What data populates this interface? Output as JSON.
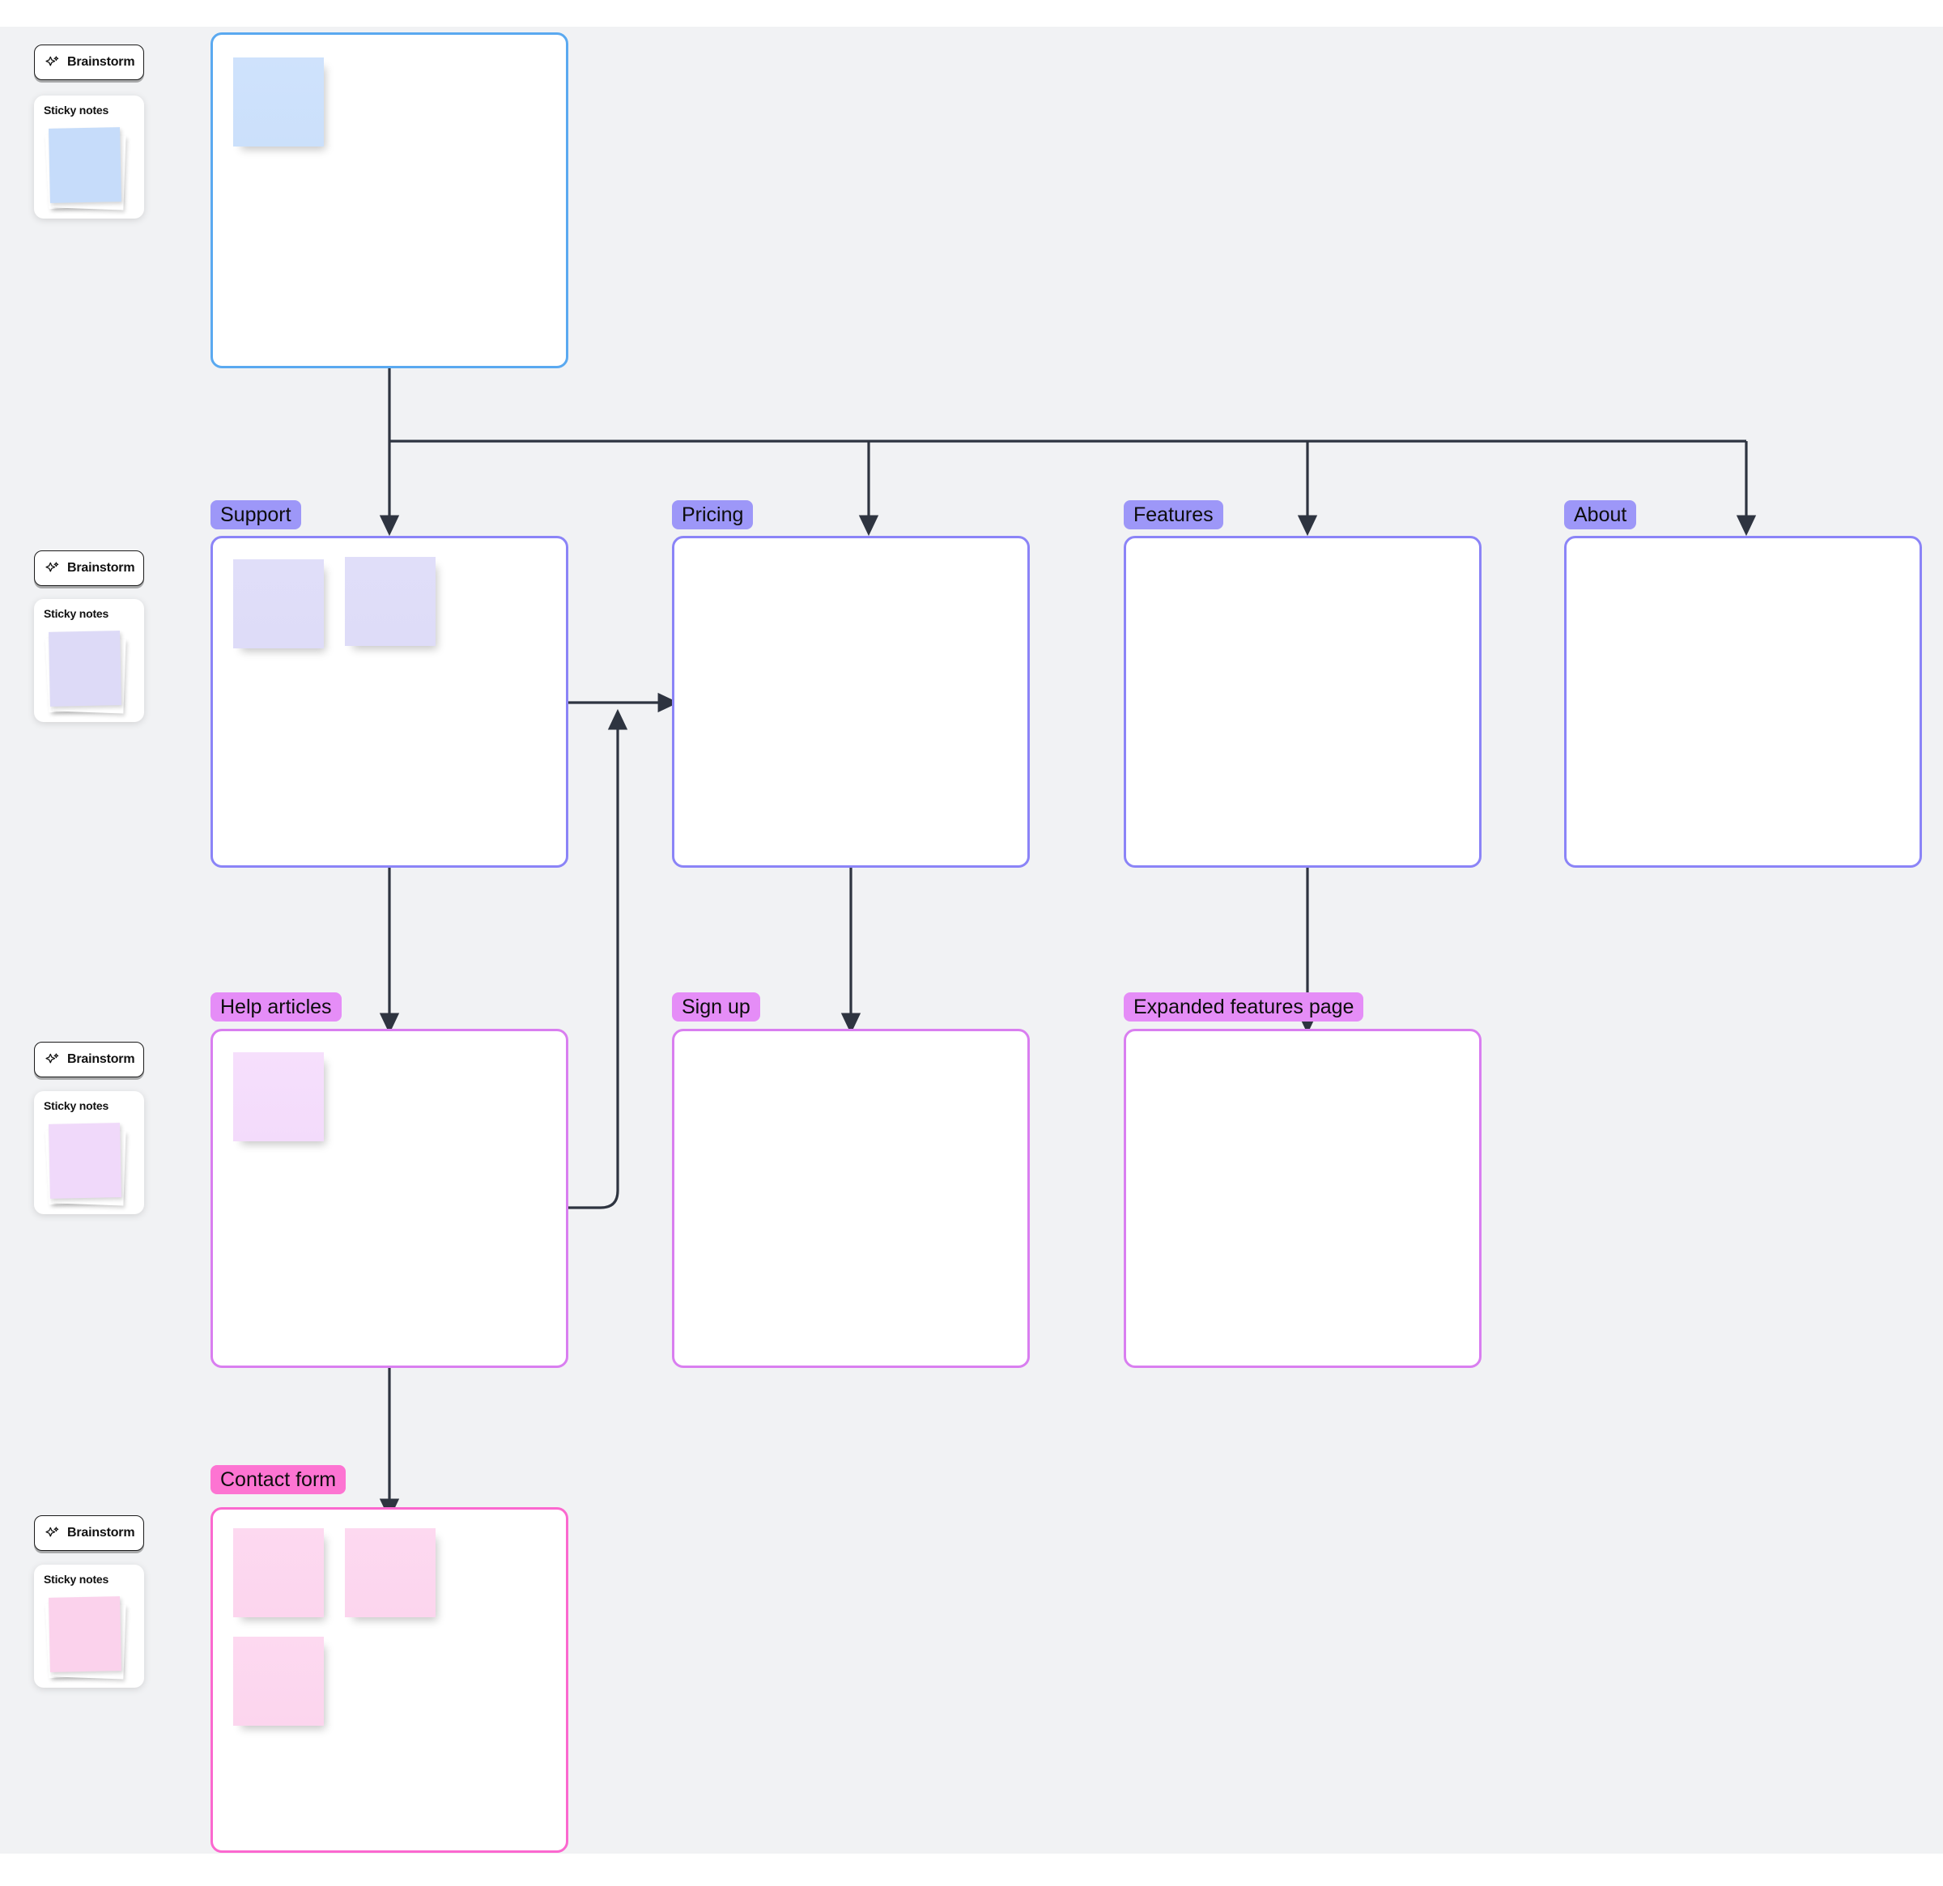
{
  "canvas": {
    "background": "#f1f2f4",
    "page_background": "#ffffff"
  },
  "colors": {
    "blue_border": "#5aa9f0",
    "indigo_border": "#8b84f7",
    "orchid_border": "#d97ef0",
    "pink_border": "#fb68cf",
    "indigo_label": "#9d97f8",
    "orchid_label": "#e58df7",
    "pink_label": "#fd74d2",
    "connector": "#2e3440"
  },
  "rail": {
    "brainstorm_label": "Brainstorm",
    "sticky_notes_label": "Sticky notes",
    "groups": [
      {
        "accent": "blue",
        "brainstorm_label": "Brainstorm",
        "sticky_notes_label": "Sticky notes"
      },
      {
        "accent": "indigo",
        "brainstorm_label": "Brainstorm",
        "sticky_notes_label": "Sticky notes"
      },
      {
        "accent": "orchid",
        "brainstorm_label": "Brainstorm",
        "sticky_notes_label": "Sticky notes"
      },
      {
        "accent": "pink",
        "brainstorm_label": "Brainstorm",
        "sticky_notes_label": "Sticky notes"
      }
    ]
  },
  "frames": [
    {
      "id": "home",
      "label": "",
      "accent": "blue",
      "notes": 1
    },
    {
      "id": "support",
      "label": "Support",
      "accent": "indigo",
      "notes": 2
    },
    {
      "id": "pricing",
      "label": "Pricing",
      "accent": "indigo",
      "notes": 0
    },
    {
      "id": "features",
      "label": "Features",
      "accent": "indigo",
      "notes": 0
    },
    {
      "id": "about",
      "label": "About",
      "accent": "indigo",
      "notes": 0
    },
    {
      "id": "help",
      "label": "Help articles",
      "accent": "orchid",
      "notes": 1
    },
    {
      "id": "signup",
      "label": "Sign up",
      "accent": "orchid",
      "notes": 0
    },
    {
      "id": "expanded",
      "label": "Expanded features page",
      "accent": "orchid",
      "notes": 0
    },
    {
      "id": "contact",
      "label": "Contact form",
      "accent": "pink",
      "notes": 3
    }
  ],
  "connections": [
    {
      "from": "home",
      "to": "support"
    },
    {
      "from": "home",
      "to": "pricing"
    },
    {
      "from": "home",
      "to": "features"
    },
    {
      "from": "home",
      "to": "about"
    },
    {
      "from": "support",
      "to": "pricing"
    },
    {
      "from": "support",
      "to": "help"
    },
    {
      "from": "pricing",
      "to": "signup"
    },
    {
      "from": "features",
      "to": "expanded"
    },
    {
      "from": "help",
      "to": "pricing"
    },
    {
      "from": "help",
      "to": "contact"
    }
  ],
  "icons": {
    "sparkle": "sparkle-icon"
  }
}
